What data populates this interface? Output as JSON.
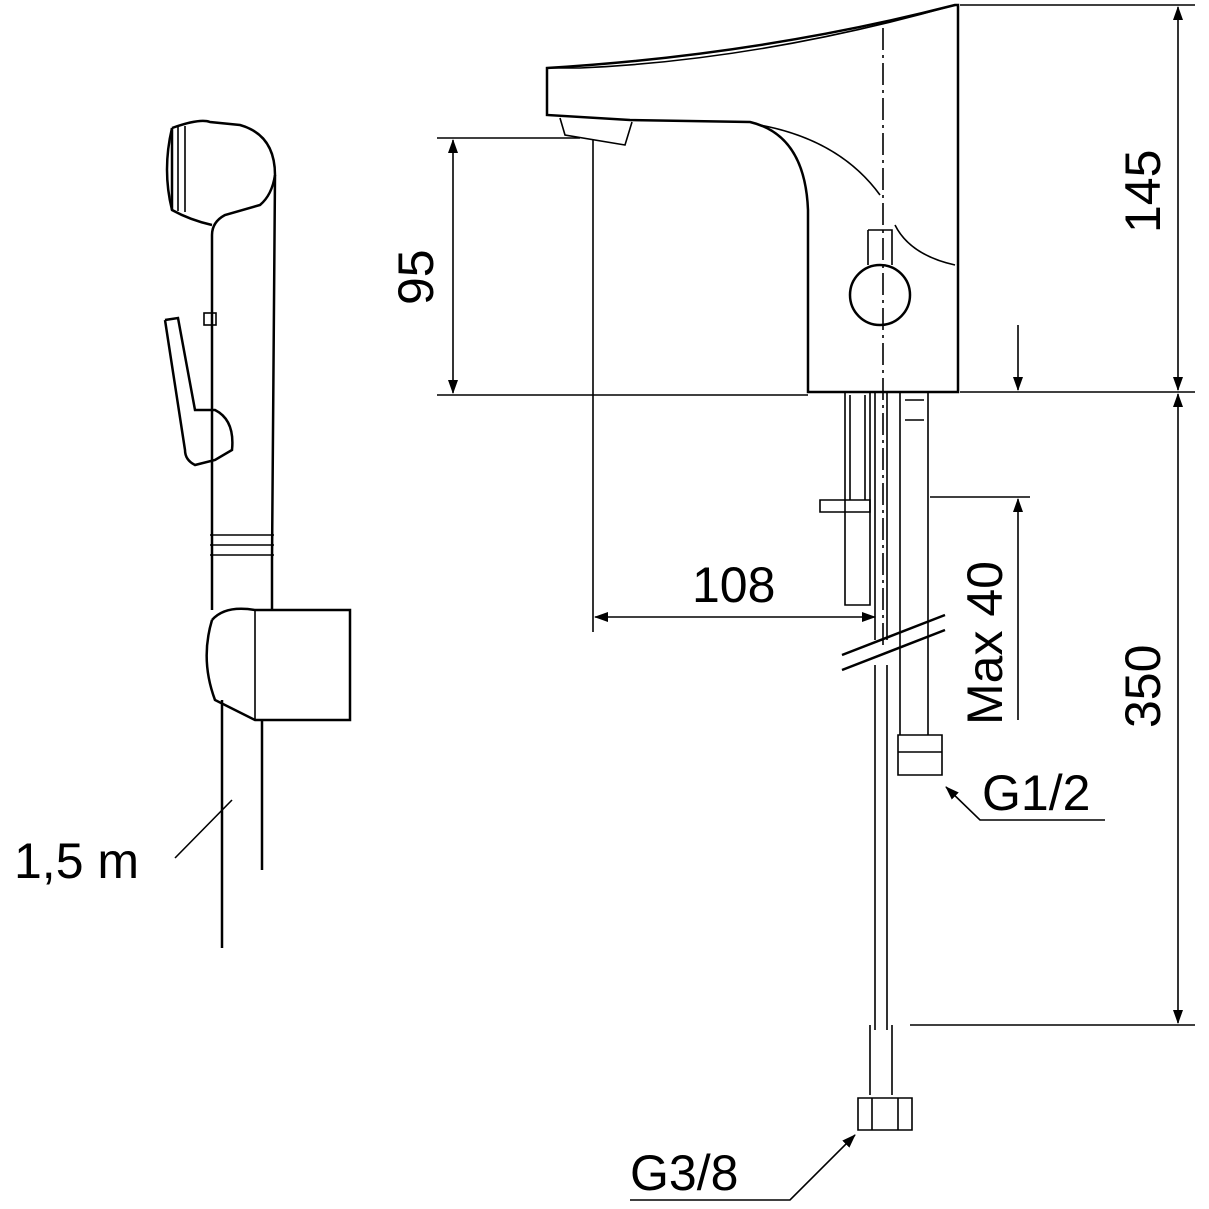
{
  "drawing": {
    "dimensions": {
      "spout_height": "95",
      "body_height": "145",
      "reach": "108",
      "max_thickness": "Max 40",
      "hose_length_lower": "350"
    },
    "connections": {
      "top_connection": "G1/2",
      "bottom_connection": "G3/8"
    },
    "hand_shower": {
      "hose_length": "1,5 m"
    },
    "colors": {
      "line": "#000000",
      "background": "#ffffff"
    }
  }
}
